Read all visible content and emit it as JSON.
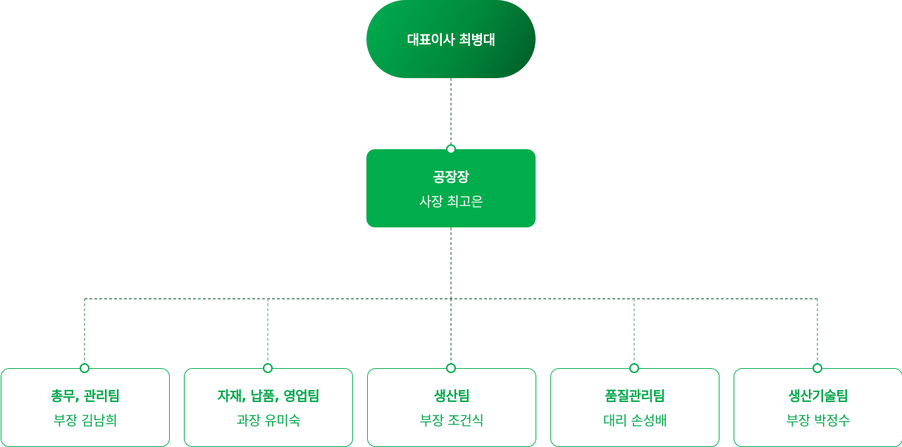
{
  "ceo": {
    "label": "대표이사 최병대"
  },
  "plant_manager": {
    "title": "공장장",
    "person": "사장 최고은"
  },
  "teams": [
    {
      "title": "총무, 관리팀",
      "person": "부장 김남희"
    },
    {
      "title": "자재, 납품, 영업팀",
      "person": "과장 유미숙"
    },
    {
      "title": "생산팀",
      "person": "부장 조건식"
    },
    {
      "title": "품질관리팀",
      "person": "대리 손성배"
    },
    {
      "title": "생산기술팀",
      "person": "부장 박정수"
    }
  ],
  "colors": {
    "primary_green": "#00ad4c",
    "dark_green": "#005c27",
    "connector": "#00532b",
    "connector_light": "#7aa88c"
  }
}
